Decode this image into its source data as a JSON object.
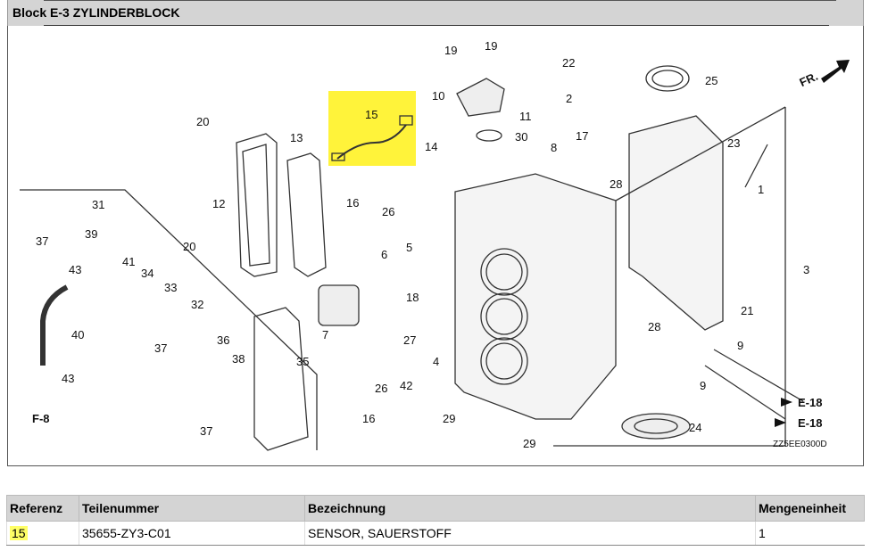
{
  "header": {
    "title": "Block E-3 ZYLINDERBLOCK"
  },
  "diagram": {
    "code": "ZZ5EE0300D",
    "direction": "FR.",
    "refs": {
      "e18": "E-18",
      "f8": "F-8"
    },
    "highlight_color": "#fff33a",
    "callouts": [
      "19",
      "19",
      "22",
      "25",
      "10",
      "2",
      "11",
      "15",
      "30",
      "8",
      "17",
      "13",
      "20",
      "14",
      "23",
      "12",
      "16",
      "26",
      "28",
      "1",
      "31",
      "39",
      "37",
      "20",
      "5",
      "6",
      "41",
      "43",
      "34",
      "33",
      "18",
      "3",
      "32",
      "21",
      "7",
      "40",
      "27",
      "36",
      "37",
      "9",
      "38",
      "35",
      "4",
      "28",
      "42",
      "26",
      "43",
      "9",
      "16",
      "29",
      "24",
      "37",
      "29"
    ]
  },
  "table": {
    "headers": [
      "Referenz",
      "Teilenummer",
      "Bezeichnung",
      "Mengeneinheit"
    ],
    "rows": [
      {
        "ref": "15",
        "part": "35655-ZY3-C01",
        "desc": "SENSOR, SAUERSTOFF",
        "qty": "1"
      }
    ]
  }
}
